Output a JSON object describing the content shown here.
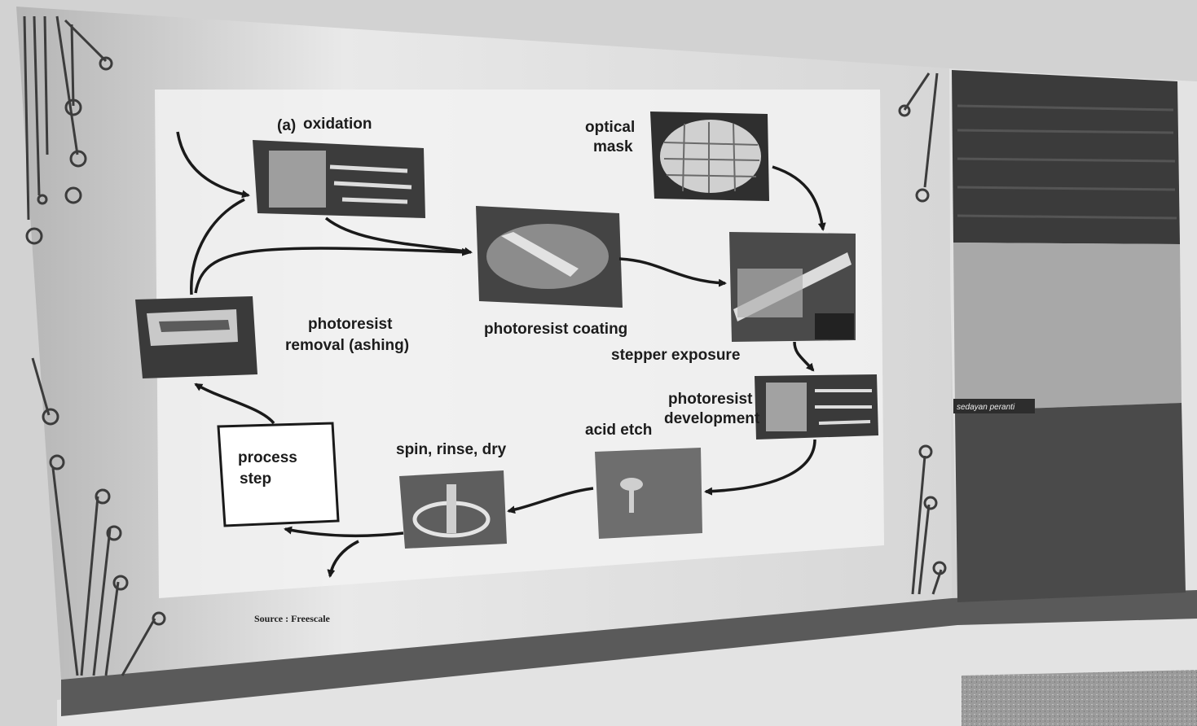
{
  "slide": {
    "step_labels": {
      "oxidation_marker": "(a)",
      "oxidation": "oxidation",
      "optical_mask_1": "optical",
      "optical_mask_2": "mask",
      "photoresist_coating": "photoresist coating",
      "stepper_exposure": "stepper exposure",
      "photoresist_removal_1": "photoresist",
      "photoresist_removal_2": "removal (ashing)",
      "photoresist_development_1": "photoresist",
      "photoresist_development_2": "development",
      "acid_etch": "acid etch",
      "spin_rinse_dry": "spin, rinse, dry",
      "process_step_1": "process",
      "process_step_2": "step"
    },
    "source": "Source : Freescale"
  },
  "side_panel": {
    "caption": "sedayan peranti"
  },
  "colors": {
    "slide_bg": "#ededed",
    "photo_dark": "#3a3a3a",
    "circuit_line": "#444444",
    "side_dark": "#3d3d3d",
    "side_light": "#a9a9a9"
  }
}
